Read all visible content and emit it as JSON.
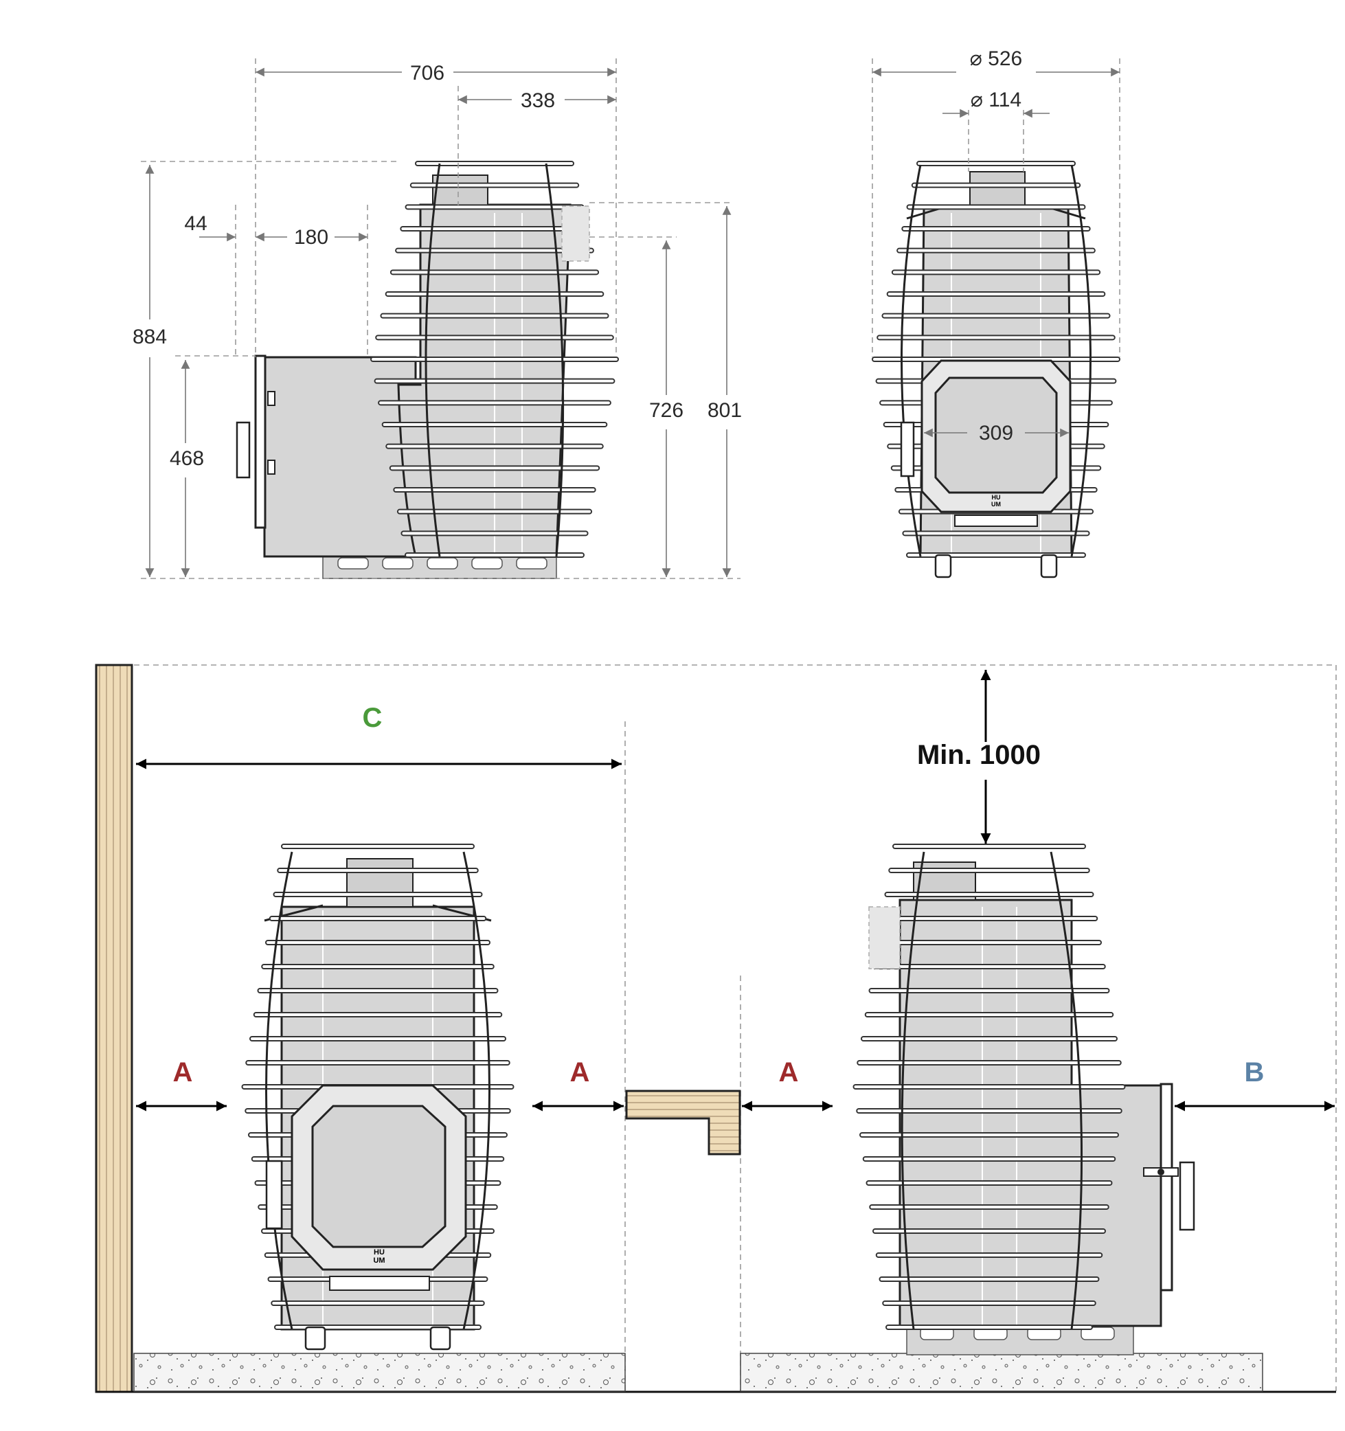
{
  "dimensions": {
    "width_706": "706",
    "width_338": "338",
    "offset_44": "44",
    "offset_180": "180",
    "height_884": "884",
    "height_468": "468",
    "height_726": "726",
    "height_801": "801",
    "diameter_526": "⌀ 526",
    "diameter_114": "⌀ 114",
    "door_309": "309"
  },
  "clearances": {
    "label_a": "A",
    "label_b": "B",
    "label_c": "C",
    "min_top": "Min. 1000"
  },
  "logo": {
    "line1": "HU",
    "line2": "UM"
  },
  "colors": {
    "a_red": "#9e2a2b",
    "b_blue": "#5b82a6",
    "c_green": "#4a9a3a",
    "wood": "#efdcb8",
    "stone_gray": "#d6d6d6"
  }
}
